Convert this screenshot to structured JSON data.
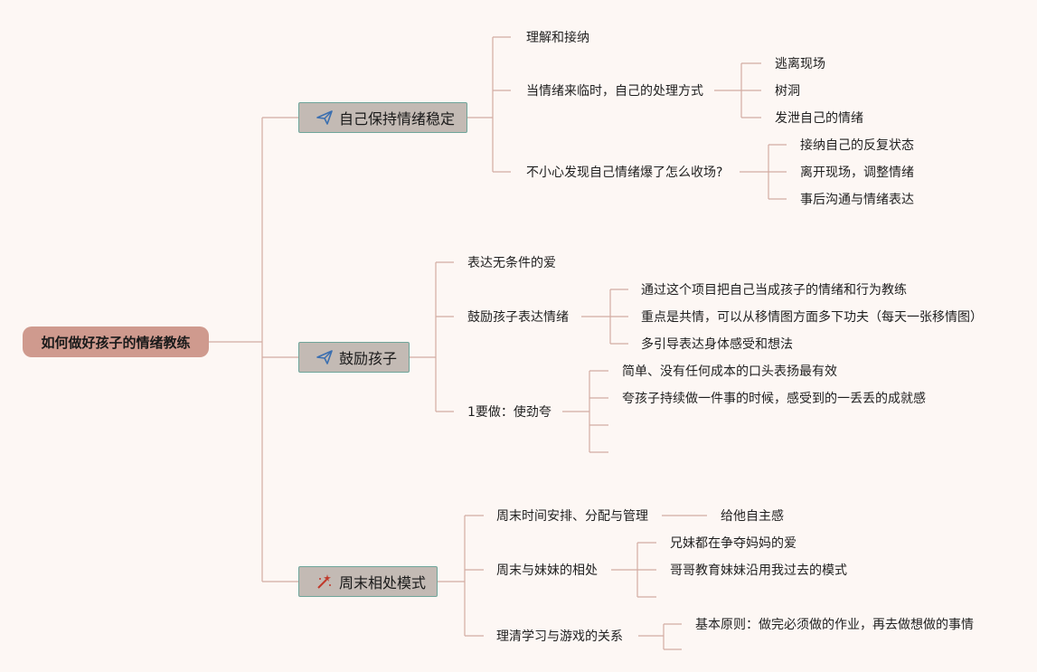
{
  "root": "如何做好孩子的情绪教练",
  "icons": {
    "branch1": "paper-plane-icon",
    "branch2": "paper-plane-icon",
    "branch3": "magic-wand-icon"
  },
  "colors": {
    "line": "#d3aca2",
    "root_fill": "#cf9a8e",
    "branch_fill": "#c3bab4",
    "branch_border": "#6fa59a",
    "plane": "#3b6fb0",
    "wand": "#c0392b"
  },
  "branches": [
    {
      "label": "自己保持情绪稳定",
      "children": [
        {
          "label": "理解和接纳"
        },
        {
          "label": "当情绪来临时，自己的处理方式",
          "children": [
            "逃离现场",
            "树洞",
            "发泄自己的情绪"
          ]
        },
        {
          "label": "不小心发现自己情绪爆了怎么收场?",
          "children": [
            "接纳自己的反复状态",
            "离开现场，调整情绪",
            "事后沟通与情绪表达"
          ]
        }
      ]
    },
    {
      "label": "鼓励孩子",
      "children": [
        {
          "label": "表达无条件的爱"
        },
        {
          "label": "鼓励孩子表达情绪",
          "children": [
            "通过这个项目把自己当成孩子的情绪和行为教练",
            "重点是共情，可以从移情图方面多下功夫（每天一张移情图）",
            "多引导表达身体感受和想法"
          ]
        },
        {
          "label": "1要做：使劲夸",
          "children": [
            "简单、没有任何成本的口头表扬最有效",
            "夸孩子持续做一件事的时候，感受到的一丢丢的成就感",
            "",
            ""
          ]
        }
      ]
    },
    {
      "label": "周末相处模式",
      "children": [
        {
          "label": "周末时间安排、分配与管理",
          "children": [
            "给他自主感"
          ]
        },
        {
          "label": "周末与妹妹的相处",
          "children": [
            "兄妹都在争夺妈妈的爱",
            "哥哥教育妹妹沿用我过去的模式",
            ""
          ]
        },
        {
          "label": "理清学习与游戏的关系",
          "children": [
            "基本原则：做完必须做的作业，再去做想做的事情",
            ""
          ]
        }
      ]
    }
  ]
}
